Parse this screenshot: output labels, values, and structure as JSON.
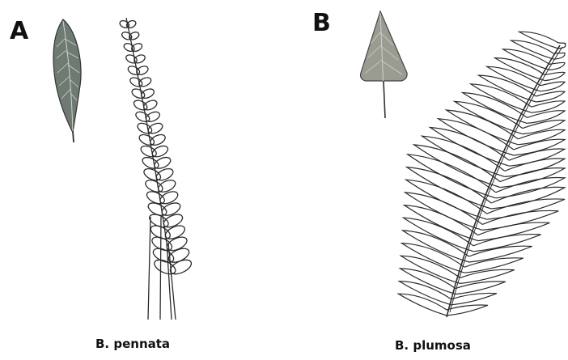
{
  "panels": [
    {
      "letter": "A",
      "caption": "B. pennata"
    },
    {
      "letter": "B",
      "caption": "B. plumosa"
    }
  ],
  "colors": {
    "leaf_fill_a": "#6f7b72",
    "leaf_fill_b": "#9a9c92",
    "vein": "#cfd3cc",
    "line": "#2b2b2b"
  },
  "icons": [
    "lanceolate-leaf-icon",
    "triangular-leaf-icon"
  ]
}
